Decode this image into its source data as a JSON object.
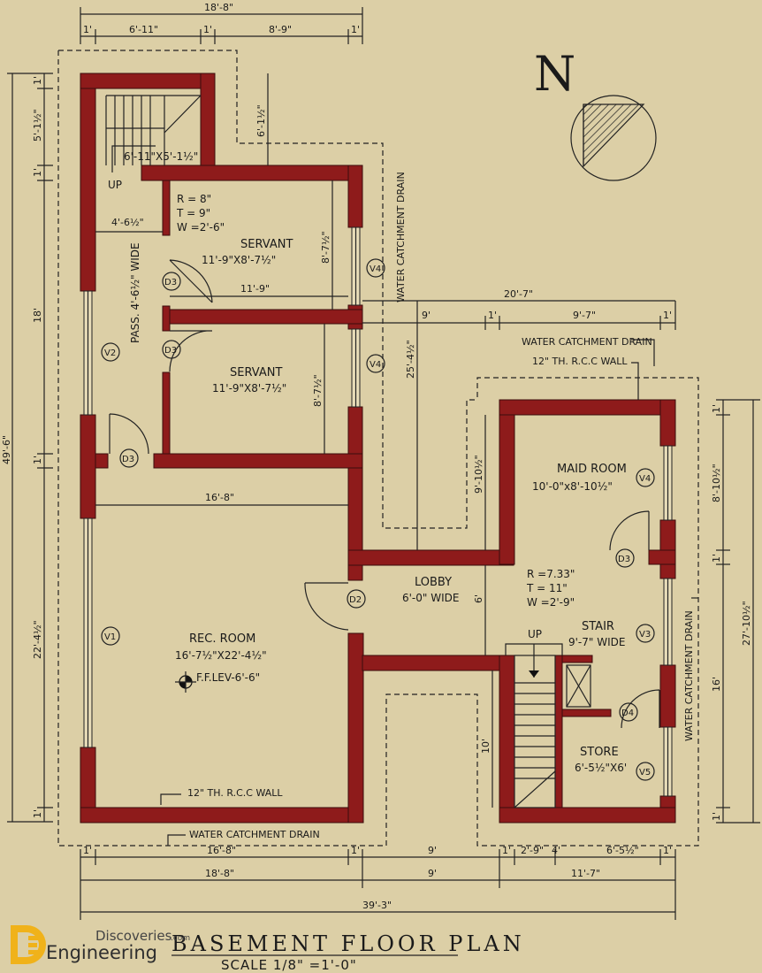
{
  "title": "BASEMENT  FLOOR  PLAN",
  "scale": "SCALE   1/8\" =1'-0\"",
  "north": "N",
  "logo": {
    "line1": "Discoveries",
    "suffix": ".com",
    "line2": "Engineering",
    "mark": "DE"
  },
  "rooms": {
    "servant1": {
      "name": "SERVANT",
      "size": "11'-9\"X8'-7½\""
    },
    "servant2": {
      "name": "SERVANT",
      "size": "11'-9\"X8'-7½\""
    },
    "maid": {
      "name": "MAID ROOM",
      "size": "10'-0\"x8'-10½\""
    },
    "lobby": {
      "name": "LOBBY",
      "size": "6'-0\" WIDE"
    },
    "stair": {
      "name": "STAIR",
      "size": "9'-7\" WIDE"
    },
    "store": {
      "name": "STORE",
      "size": "6'-5½\"X6'"
    },
    "rec": {
      "name": "REC. ROOM",
      "size": "16'-7½\"X22'-4½\"",
      "level": "F.F.LEV-6'-6\""
    },
    "pass": {
      "name": "PASS. 4'-6½\" WIDE"
    }
  },
  "stair_spec_1": {
    "r": "R = 8\"",
    "t": "T = 9\"",
    "w": "W =2'-6\""
  },
  "stair_spec_2": {
    "r": "R =7.33\"",
    "t": "T = 11\"",
    "w": "W =2'-9\""
  },
  "stair_box": "6'-11\"X5'-1½\"",
  "up": "UP",
  "notes": {
    "drain_vertical_1": "WATER CATCHMENT DRAIN",
    "drain_vertical_2": "WATER CATCHMENT DRAIN",
    "drain_top": "WATER CATCHMENT DRAIN",
    "rcc_top": "12\" TH. R.C.C WALL",
    "rcc_bottom": "12\" TH. R.C.C WALL",
    "drain_bottom": "WATER CATCHMENT DRAIN"
  },
  "tags": {
    "d3a": "D3",
    "d3b": "D3",
    "d3c": "D3",
    "d3d": "D3",
    "d2": "D2",
    "d4": "D4",
    "v1": "V1",
    "v2": "V2",
    "v3": "V3",
    "v4a": "V4",
    "v4b": "V4",
    "v4c": "V4",
    "v5": "V5"
  },
  "dims": {
    "top_total": "18'-8\"",
    "top_a": "1'",
    "top_b": "6'-11\"",
    "top_c": "1'",
    "top_d": "8'-9\"",
    "top_e": "1'",
    "left_total": "49'-6\"",
    "left_a": "1'",
    "left_b": "5'-1½\"",
    "left_c": "1'",
    "left_d": "18'",
    "left_e": "1'",
    "left_f": "22'-4½\"",
    "left_g": "1'",
    "inner_6_1": "6'-1½\"",
    "inner_4_6": "4'-6½\"",
    "inner_8_7a": "8'-7½\"",
    "inner_11_9": "11'-9\"",
    "inner_8_7b": "8'-7½\"",
    "inner_16_8": "16'-8\"",
    "inner_25_4": "25'-4½\"",
    "inner_9_10": "9'-10½\"",
    "inner_6": "6'",
    "inner_10": "10'",
    "mid_total": "20'-7\"",
    "mid_a": "9'",
    "mid_b": "1'",
    "mid_c": "9'-7\"",
    "mid_d": "1'",
    "right_a": "1'",
    "right_b": "8'-10½\"",
    "right_c": "1'",
    "right_d": "16'",
    "right_e": "1'",
    "right_total": "27'-10½\"",
    "bot1_a": "1'",
    "bot1_b": "16'-8\"",
    "bot1_c": "1'",
    "bot1_d": "9'",
    "bot1_e": "1'",
    "bot1_f": "2'-9\"",
    "bot1_g": "4'",
    "bot1_h": "6'-5½\"",
    "bot1_i": "1'",
    "bot2_a": "18'-8\"",
    "bot2_b": "9'",
    "bot2_c": "11'-7\"",
    "bot3": "39'-3\""
  }
}
